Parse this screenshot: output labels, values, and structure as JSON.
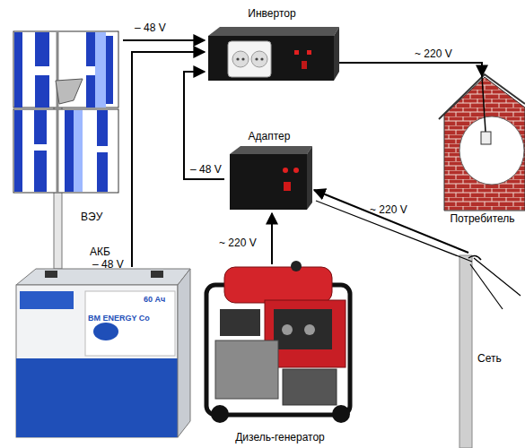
{
  "diagram": {
    "nodes": [
      {
        "text": [
          "ВЭУ"
        ]
      },
      {
        "text": [
          "Инвертор"
        ]
      },
      {
        "text": [
          "Адаптер"
        ]
      },
      {
        "text": [
          "Потребитель"
        ]
      },
      {
        "text": [
          "АКБ"
        ]
      },
      {
        "text": [
          "Дизель-генератор"
        ]
      },
      {
        "text": [
          "Сеть"
        ]
      }
    ],
    "edges": [
      {
        "from": 0,
        "to": 1,
        "label": "– 48 V",
        "arrow": "to"
      },
      {
        "from": 4,
        "to": 1,
        "label": "– 48 V",
        "arrow": "to"
      },
      {
        "from": 2,
        "to": 1,
        "label": "– 48 V",
        "arrow": "to"
      },
      {
        "from": 1,
        "to": 3,
        "label": "~ 220 V",
        "arrow": "to"
      },
      {
        "from": 5,
        "to": 2,
        "label": "~ 220 V",
        "arrow": "to"
      },
      {
        "from": 6,
        "to": 2,
        "label": "~ 220 V",
        "arrow": "to"
      }
    ],
    "labels": [
      "BM ENERGY Co",
      "60 Ач"
    ]
  }
}
